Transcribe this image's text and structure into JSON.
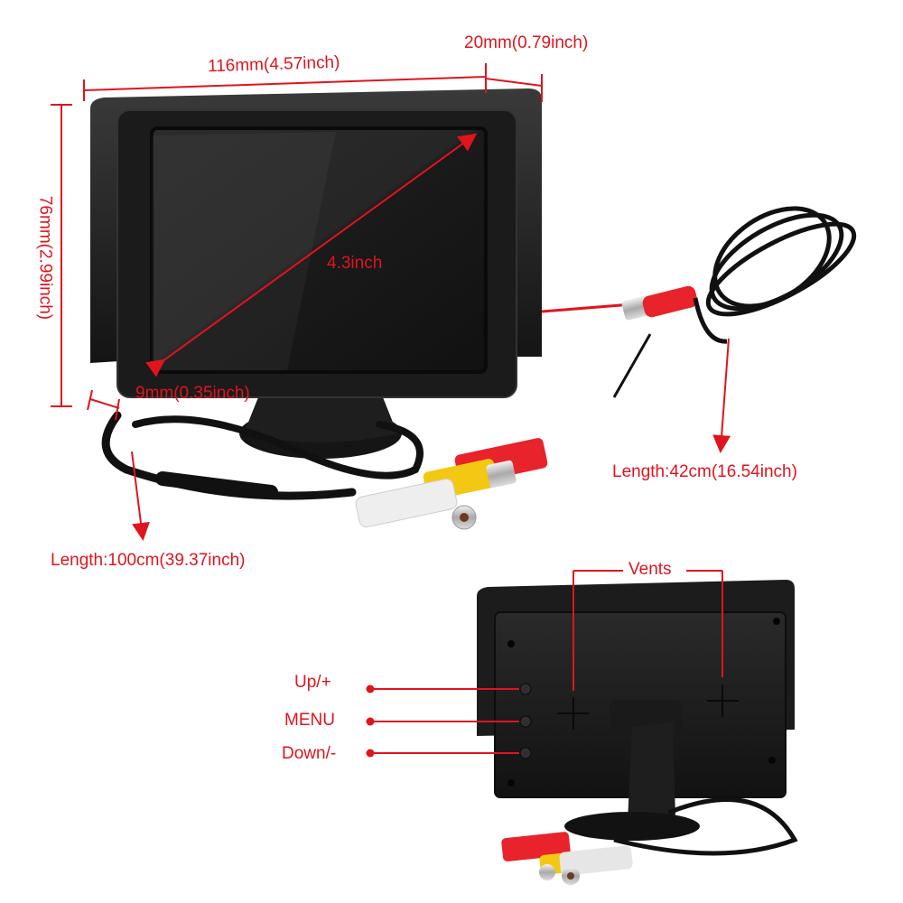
{
  "accent_color": "#e0141e",
  "dimensions": {
    "width": "116mm(4.57inch)",
    "depth": "20mm(0.79inch)",
    "height": "76mm(2.99inch)",
    "diagonal": "4.3inch",
    "bezel": "9mm(0.35inch)"
  },
  "cables": {
    "av_cable_length": "Length:100cm(39.37inch)",
    "power_cable_length": "Length:42cm(16.54inch)"
  },
  "rear_view": {
    "vents_label": "Vents",
    "buttons": [
      {
        "label": "Up/+"
      },
      {
        "label": "MENU"
      },
      {
        "label": "Down/-"
      }
    ]
  },
  "connectors": {
    "colors": {
      "red": "#e8232b",
      "yellow": "#f2c812",
      "white": "#eeeeee"
    }
  }
}
